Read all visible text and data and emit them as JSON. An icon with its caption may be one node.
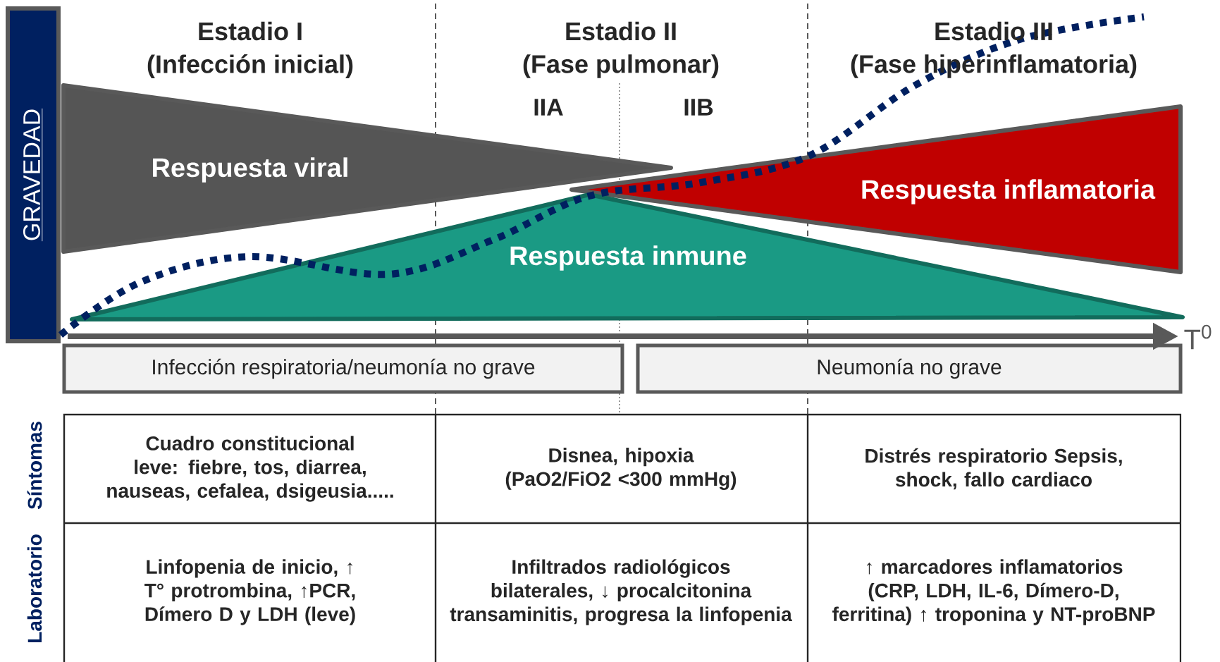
{
  "diagram": {
    "nodes": [
      {
        "text": [
          "GRAVEDAD"
        ]
      },
      {
        "text": [
          "Respuesta viral"
        ]
      },
      {
        "text": [
          "Respuesta inflamatoria"
        ]
      },
      {
        "text": [
          "Respuesta inmune"
        ]
      },
      {
        "text": [
          "Infección respiratoria/neumonía no grave"
        ]
      },
      {
        "text": [
          "Neumonía no grave"
        ]
      }
    ],
    "labels": [
      "Estadio I",
      "(Infección inicial)",
      "Estadio II",
      "(Fase pulmonar)",
      "Estadio III",
      "(Fase hiperinflamatoria)",
      "IIA",
      "IIB",
      "T$^{0}$",
      "Síntomas",
      "Cuadro constitucional leve: fiebre, tos, diarrea, nauseas, cefalea, dsigeusia.....",
      "Disnea, hipoxia (PaO2/FiO2 <300 mmHg)",
      "Distrés respiratorio Sepsis, shock, fallo cardiaco",
      "Laboratorio",
      "Linfopenia de inicio, ↑ T° protrombina, ↑PCR, Dímero D y LDH (leve)",
      "Infiltrados radiológicos bilaterales, ↓ procalcitonina transaminitis, progresa la linfopenia",
      "↑ marcadores inflamatorios (CRP, LDH, IL-6, Dímero-D, ferritina) ↑ troponina y NT-proBNP"
    ]
  }
}
